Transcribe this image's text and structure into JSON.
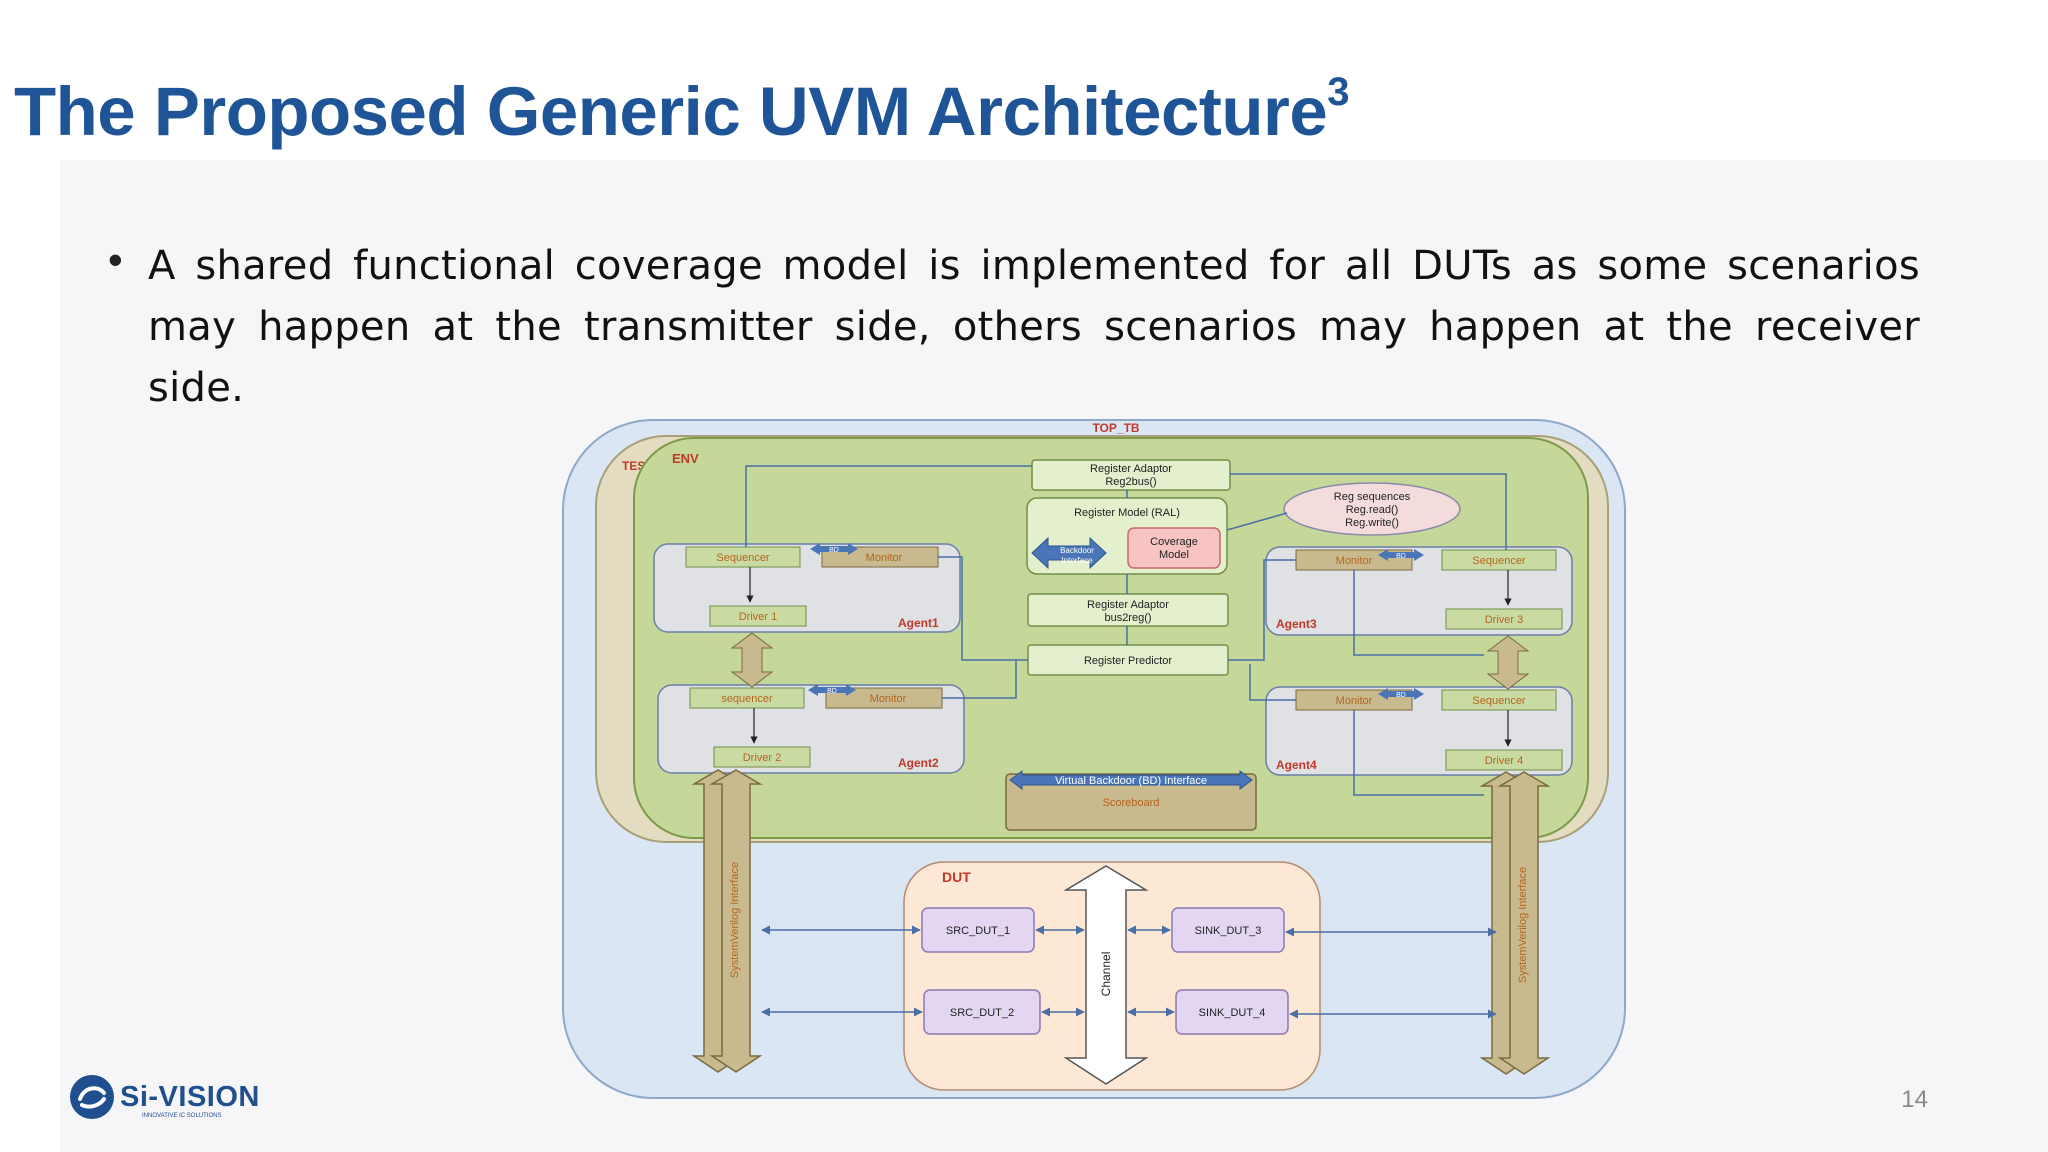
{
  "slide": {
    "title": "The Proposed Generic UVM Architecture",
    "title_superscript": "3",
    "bullet": "A shared functional coverage model is implemented for all DUTs as some scenarios may happen at the transmitter side, others scenarios may happen at the receiver side.",
    "page_number": "14",
    "colors": {
      "title": "#1f5597",
      "env": "#c5d89a",
      "top_tb": "#dae6f4",
      "dut": "#fde8d6",
      "dut_block": "#e2d6f2",
      "tan": "#c9b98f"
    }
  },
  "logo": {
    "name": "Si-VISION",
    "tagline": "INNOVATIVE IC SOLUTIONS"
  },
  "diagram": {
    "top_tb": "TOP_TB",
    "test": "TEST",
    "env": "ENV",
    "reg_adaptor_top": [
      "Register Adaptor",
      "Reg2bus()"
    ],
    "reg_model": "Register Model (RAL)",
    "backdoor": [
      "Backdoor",
      "Interface"
    ],
    "coverage": [
      "Coverage",
      "Model"
    ],
    "reg_sequences": [
      "Reg sequences",
      "Reg.read()",
      "Reg.write()"
    ],
    "reg_adaptor_bottom": [
      "Register Adaptor",
      "bus2reg()"
    ],
    "reg_predictor": "Register Predictor",
    "bd": "BD",
    "agent1": {
      "label": "Agent1",
      "sequencer": "Sequencer",
      "monitor": "Monitor",
      "driver": "Driver 1"
    },
    "agent2": {
      "label": "Agent2",
      "sequencer": "sequencer",
      "monitor": "Monitor",
      "driver": "Driver 2"
    },
    "agent3": {
      "label": "Agent3",
      "sequencer": "Sequencer",
      "monitor": "Monitor",
      "driver": "Driver 3"
    },
    "agent4": {
      "label": "Agent4",
      "sequencer": "Sequencer",
      "monitor": "Monitor",
      "driver": "Driver 4"
    },
    "virtual_bd": "Virtual Backdoor (BD) Interface",
    "scoreboard": "Scoreboard",
    "dut": "DUT",
    "src_dut_1": "SRC_DUT_1",
    "src_dut_2": "SRC_DUT_2",
    "sink_dut_3": "SINK_DUT_3",
    "sink_dut_4": "SINK_DUT_4",
    "channel": "Channel",
    "sv_interface": "SystemVerilog Interface"
  }
}
